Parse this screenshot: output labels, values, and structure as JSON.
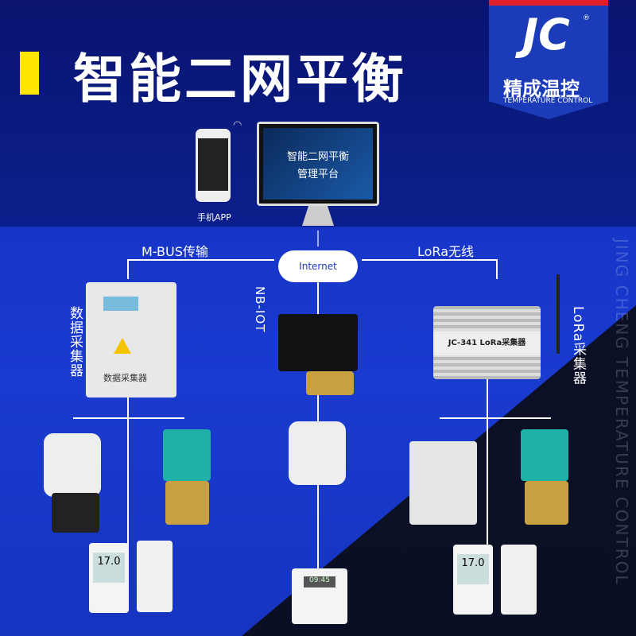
{
  "title": "智能二网平衡",
  "logo": {
    "brand_cn": "精成温控",
    "brand_en": "TEMPERATURE CONTROL",
    "mark": "JC",
    "registered": "®"
  },
  "platform": {
    "line1": "智能二网平衡",
    "line2": "管理平台"
  },
  "phone_label": "手机APP",
  "internet_label": "Internet",
  "links": {
    "mbus": "M-BUS传输",
    "lora": "LoRa无线",
    "nbiot": "NB-IOT"
  },
  "devices": {
    "data_collector": "数据采集器",
    "cabinet_label": "数据采集器",
    "lora_collector": "LoRa采集器",
    "lora_box_label": "JC-341   LoRa采集器",
    "thermostat_reading": "17.0",
    "thermostat_time": "09:45"
  },
  "watermark": "JING CHENG TEMPERATURE CONTROL",
  "colors": {
    "accent_yellow": "#ffe600",
    "logo_red": "#e0202a",
    "logo_blue": "#1b3bb8"
  }
}
